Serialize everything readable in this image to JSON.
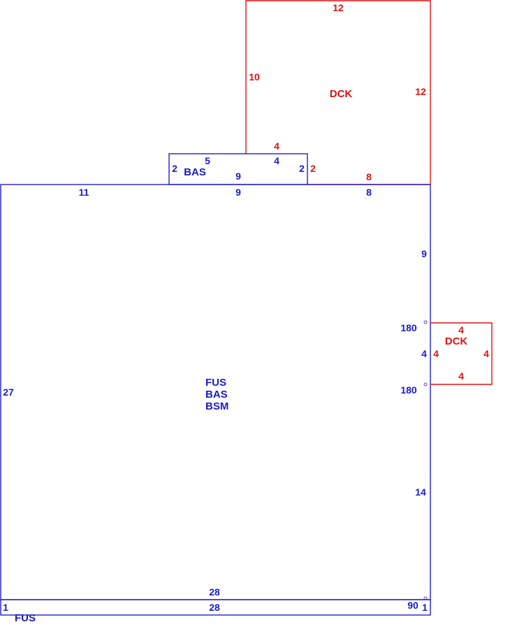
{
  "colors": {
    "blue": "#1a1acc",
    "red": "#e01010"
  },
  "deck_top": {
    "label": "DCK",
    "top": "12",
    "left": "10",
    "right": "12",
    "bottom_left": "4",
    "bottom_right": "8"
  },
  "bas_bump": {
    "label": "BAS",
    "left": "2",
    "top": "5",
    "top_right": "4",
    "middle": "9",
    "right_inner": "2",
    "right_outer": "2"
  },
  "main": {
    "label_fus": "FUS",
    "label_bas": "BAS",
    "label_bsm": "BSM",
    "top_left": "11",
    "top_mid": "9",
    "top_right": "8",
    "right_upper": "9",
    "right_mid": "4",
    "right_lower": "14",
    "left": "27",
    "bottom": "28",
    "angle_upper": "180",
    "angle_lower": "180",
    "angle_corner": "90"
  },
  "deck_side": {
    "label": "DCK",
    "top": "4",
    "left": "4",
    "right": "4",
    "bottom": "4"
  },
  "strip": {
    "label": "FUS",
    "top": "28",
    "left": "1",
    "right": "1"
  }
}
